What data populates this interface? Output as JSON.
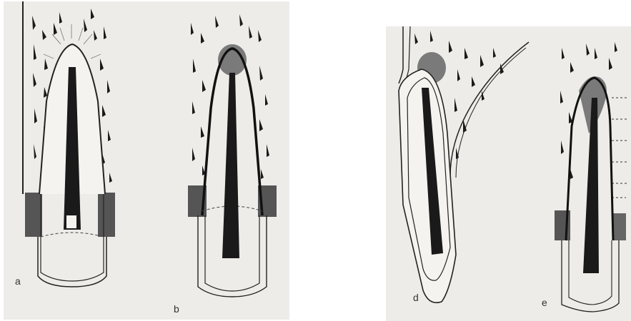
{
  "figure": {
    "panels": [
      {
        "id": "a",
        "label": "a"
      },
      {
        "id": "b",
        "label": "b"
      },
      {
        "id": "d",
        "label": "d"
      },
      {
        "id": "e",
        "label": "e"
      }
    ]
  },
  "colors": {
    "paper": "#eeece8",
    "ink": "#1a1a1a",
    "gray": "#8a8a8a"
  },
  "icons": [
    "tooth-root-illustration",
    "bone-crest-illustration",
    "periapical-bone-illustration"
  ]
}
